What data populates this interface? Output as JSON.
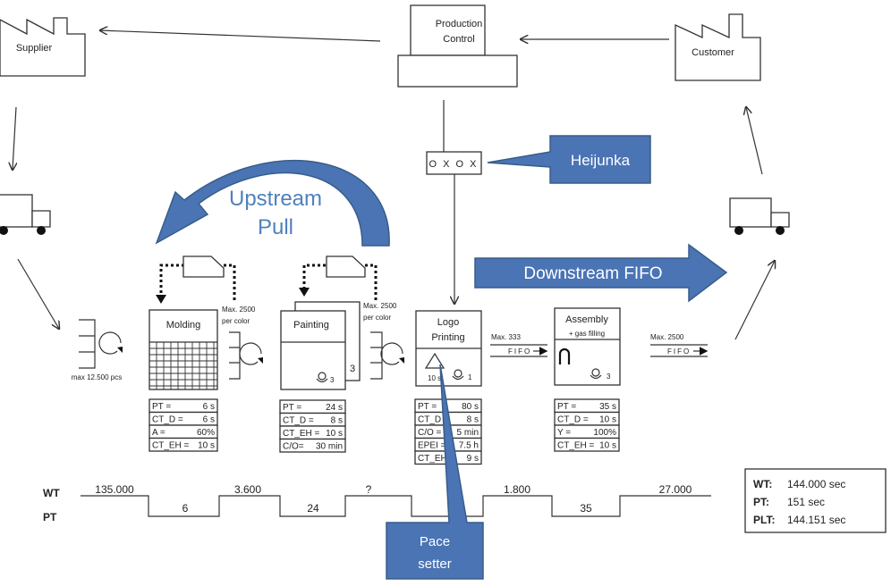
{
  "entities": {
    "supplier": "Supplier",
    "production_control": [
      "Production",
      "Control"
    ],
    "customer": "Customer",
    "heijunka_box": "O X O X"
  },
  "callouts": {
    "heijunka": "Heijunka",
    "upstream_pull": [
      "Upstream",
      "Pull"
    ],
    "downstream_fifo": "Downstream FIFO",
    "pace_setter": [
      "Pace",
      "setter"
    ]
  },
  "inventories": {
    "before_molding": "max 12.500 pcs",
    "after_molding": [
      "Max. 2500",
      "per color"
    ],
    "after_painting": [
      "Max. 2500",
      "per color"
    ],
    "fifo_1": {
      "max": "Max. 333",
      "label": "FIFO"
    },
    "fifo_2": {
      "max": "Max. 2500",
      "label": "FIFO"
    }
  },
  "processes": [
    {
      "name": [
        "Molding"
      ],
      "operators": "",
      "data": [
        [
          "PT =",
          "6 s"
        ],
        [
          "CT_D =",
          "6 s"
        ],
        [
          "A =",
          "60%"
        ],
        [
          "CT_EH =",
          "10 s"
        ]
      ]
    },
    {
      "name": [
        "Painting"
      ],
      "operators": "3",
      "stack": "3",
      "data": [
        [
          "PT =",
          "24 s"
        ],
        [
          "CT_D =",
          "8 s"
        ],
        [
          "CT_EH =",
          "10 s"
        ],
        [
          "C/O=",
          "30 min"
        ]
      ]
    },
    {
      "name": [
        "Logo",
        "Printing"
      ],
      "operators": "1",
      "stock": "10 st",
      "data": [
        [
          "PT =",
          "80 s"
        ],
        [
          "CT_D =",
          "8 s"
        ],
        [
          "C/O =",
          "5 min"
        ],
        [
          "EPEI =",
          "7.5 h"
        ],
        [
          "CT_EH =",
          "9 s"
        ]
      ]
    },
    {
      "name": [
        "Assembly",
        "+ gas filling"
      ],
      "operators": "3",
      "data": [
        [
          "PT =",
          "35 s"
        ],
        [
          "CT_D =",
          "10 s"
        ],
        [
          "Y =",
          "100%"
        ],
        [
          "CT_EH =",
          "10 s"
        ]
      ]
    }
  ],
  "timeline": {
    "wt_label": "WT",
    "pt_label": "PT",
    "wt": [
      "135.000",
      "3.600",
      "?",
      "1.800",
      "27.000"
    ],
    "pt": [
      "6",
      "24",
      "",
      "35"
    ]
  },
  "summary": {
    "wt": {
      "label": "WT:",
      "value": "144.000 sec"
    },
    "pt": {
      "label": "PT:",
      "value": "151 sec"
    },
    "plt": {
      "label": "PLT:",
      "value": "144.151 sec"
    }
  },
  "colors": {
    "callout": "#4a74b4",
    "callout_text": "#ffffff",
    "upstream_text": "#4f81bd"
  }
}
